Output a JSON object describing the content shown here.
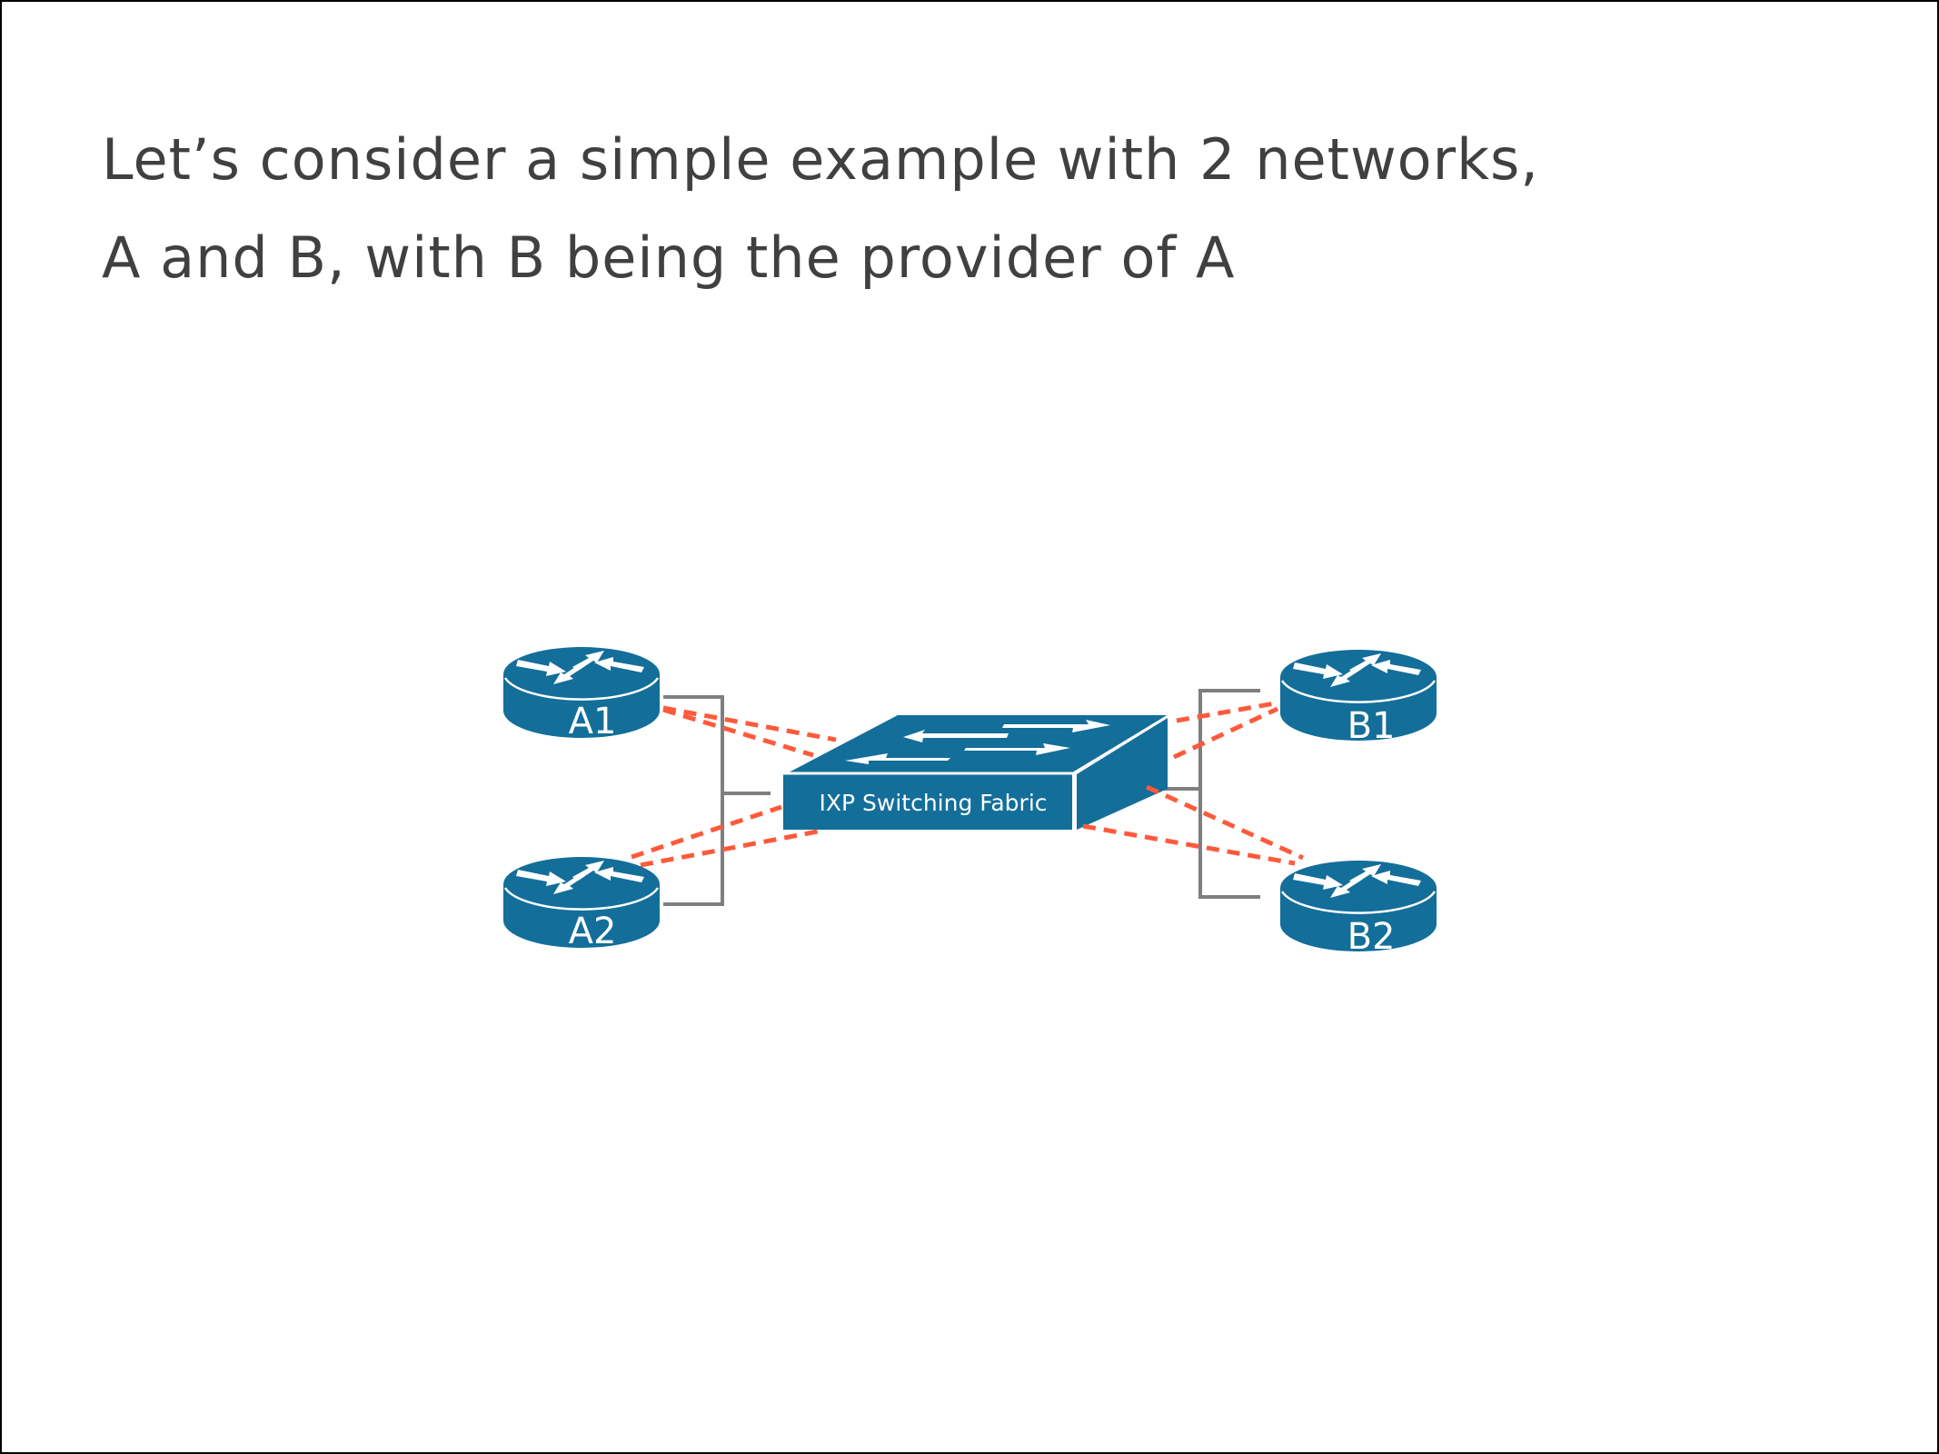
{
  "slide": {
    "title_lines": [
      "Let’s consider a simple example with 2 networks,",
      "A and B, with B being the provider of A"
    ]
  },
  "diagram": {
    "switch": {
      "label": "IXP Switching Fabric",
      "icon": "switch-icon"
    },
    "routers": [
      {
        "id": "A1",
        "label": "A1",
        "network": "A",
        "icon": "router-icon"
      },
      {
        "id": "A2",
        "label": "A2",
        "network": "A",
        "icon": "router-icon"
      },
      {
        "id": "B1",
        "label": "B1",
        "network": "B",
        "icon": "router-icon"
      },
      {
        "id": "B2",
        "label": "B2",
        "network": "B",
        "icon": "router-icon"
      }
    ],
    "physical_links": [
      {
        "from": "A1",
        "to": "IXP Switching Fabric"
      },
      {
        "from": "A2",
        "to": "IXP Switching Fabric"
      },
      {
        "from": "B1",
        "to": "IXP Switching Fabric"
      },
      {
        "from": "B2",
        "to": "IXP Switching Fabric"
      }
    ],
    "bgp_sessions": [
      {
        "from": "A1",
        "to": "B1"
      },
      {
        "from": "A1",
        "to": "B2"
      },
      {
        "from": "A2",
        "to": "B1"
      },
      {
        "from": "A2",
        "to": "B2"
      }
    ],
    "colors": {
      "device_fill": "#136E9A",
      "physical_link": "#7F7F7F",
      "bgp_session": "#FF5A3C",
      "title_text": "#404040"
    }
  }
}
